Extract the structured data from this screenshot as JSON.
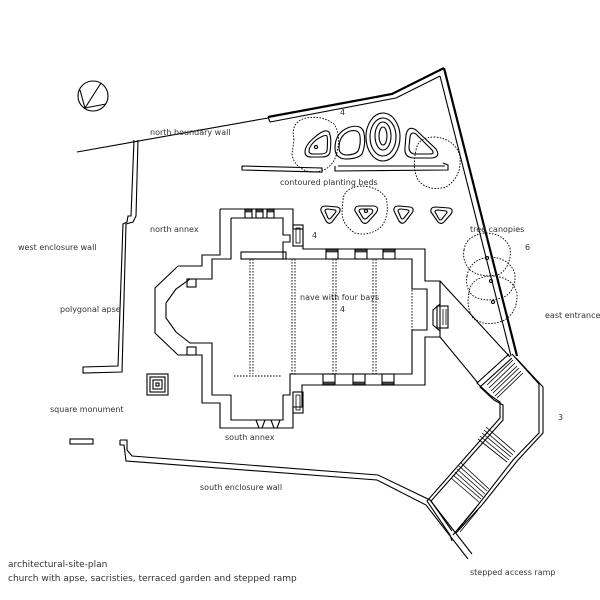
{
  "drawing": {
    "type": "architectural-site-plan",
    "subject": "church with apse, sacristies, terraced garden and stepped ramp",
    "line_color": "#000000",
    "background_color": "#ffffff"
  },
  "north_arrow": {
    "icon": "north-arrow-icon"
  },
  "elements": {
    "site_boundary": "north boundary wall",
    "west_wall": "west enclosure wall",
    "south_wall": "south enclosure wall",
    "nave": "nave with four bays",
    "apse": "polygonal apse",
    "north_sacristy": "north annex",
    "south_sacristy": "south annex",
    "east_porch": "east entrance",
    "staircase": "stepped access ramp",
    "monument": "square monument",
    "garden_beds": "contoured planting beds",
    "trees": "tree canopies"
  },
  "counts": {
    "nave_bays": 4,
    "upper_garden_beds": 4,
    "lower_garden_beds": 4,
    "trees": 6,
    "stair_flights": 3
  }
}
